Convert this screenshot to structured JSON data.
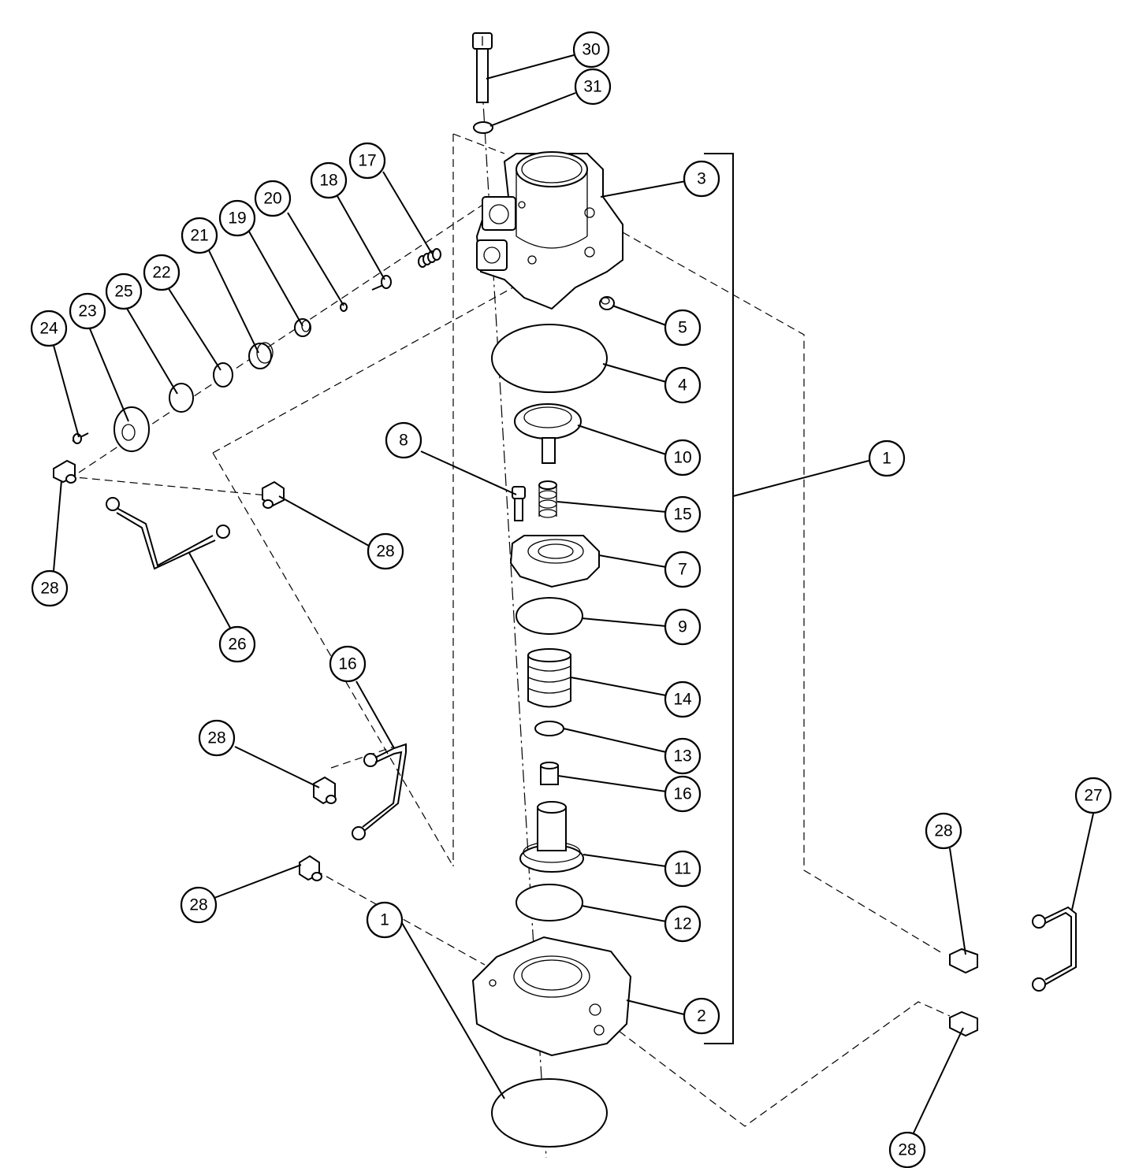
{
  "diagram": {
    "callouts": [
      {
        "id": "c30",
        "label": "30"
      },
      {
        "id": "c31",
        "label": "31"
      },
      {
        "id": "c3",
        "label": "3"
      },
      {
        "id": "c17",
        "label": "17"
      },
      {
        "id": "c18",
        "label": "18"
      },
      {
        "id": "c20",
        "label": "20"
      },
      {
        "id": "c19",
        "label": "19"
      },
      {
        "id": "c21",
        "label": "21"
      },
      {
        "id": "c22",
        "label": "22"
      },
      {
        "id": "c25",
        "label": "25"
      },
      {
        "id": "c23",
        "label": "23"
      },
      {
        "id": "c24",
        "label": "24"
      },
      {
        "id": "c5",
        "label": "5"
      },
      {
        "id": "c4",
        "label": "4"
      },
      {
        "id": "c10",
        "label": "10"
      },
      {
        "id": "c8",
        "label": "8"
      },
      {
        "id": "c1a",
        "label": "1"
      },
      {
        "id": "c15",
        "label": "15"
      },
      {
        "id": "c28a",
        "label": "28"
      },
      {
        "id": "c28b",
        "label": "28"
      },
      {
        "id": "c7",
        "label": "7"
      },
      {
        "id": "c26",
        "label": "26"
      },
      {
        "id": "c9",
        "label": "9"
      },
      {
        "id": "c16a",
        "label": "16"
      },
      {
        "id": "c14",
        "label": "14"
      },
      {
        "id": "c28c",
        "label": "28"
      },
      {
        "id": "c13",
        "label": "13"
      },
      {
        "id": "c16b",
        "label": "16"
      },
      {
        "id": "c27",
        "label": "27"
      },
      {
        "id": "c28d",
        "label": "28"
      },
      {
        "id": "c11",
        "label": "11"
      },
      {
        "id": "c28e",
        "label": "28"
      },
      {
        "id": "c12",
        "label": "12"
      },
      {
        "id": "c2",
        "label": "2"
      },
      {
        "id": "c1b",
        "label": "1"
      },
      {
        "id": "c28f",
        "label": "28"
      }
    ]
  }
}
